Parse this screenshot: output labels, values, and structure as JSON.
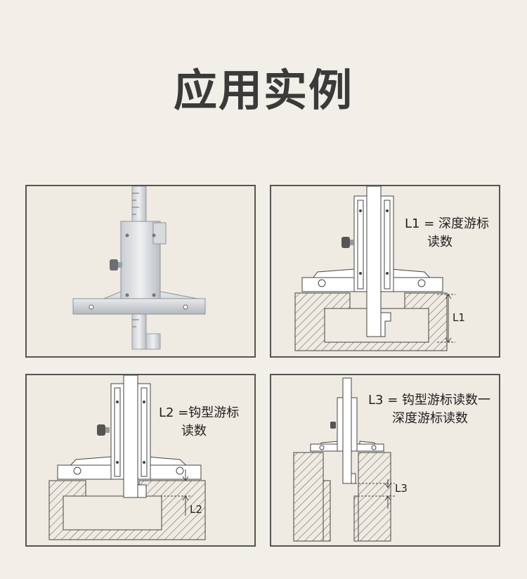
{
  "title": "应用实例",
  "panels": {
    "photo": {},
    "depth": {
      "label_line1": "L1 = 深度游标",
      "label_line2": "读数",
      "dim_label": "L1"
    },
    "hook": {
      "label_line1": "L2 =钩型游标",
      "label_line2": "读数",
      "dim_label": "L2"
    },
    "step": {
      "label_line1": "L3 = 钩型游标读数一",
      "label_line2": "深度游标读数",
      "dim_label": "L3"
    }
  }
}
